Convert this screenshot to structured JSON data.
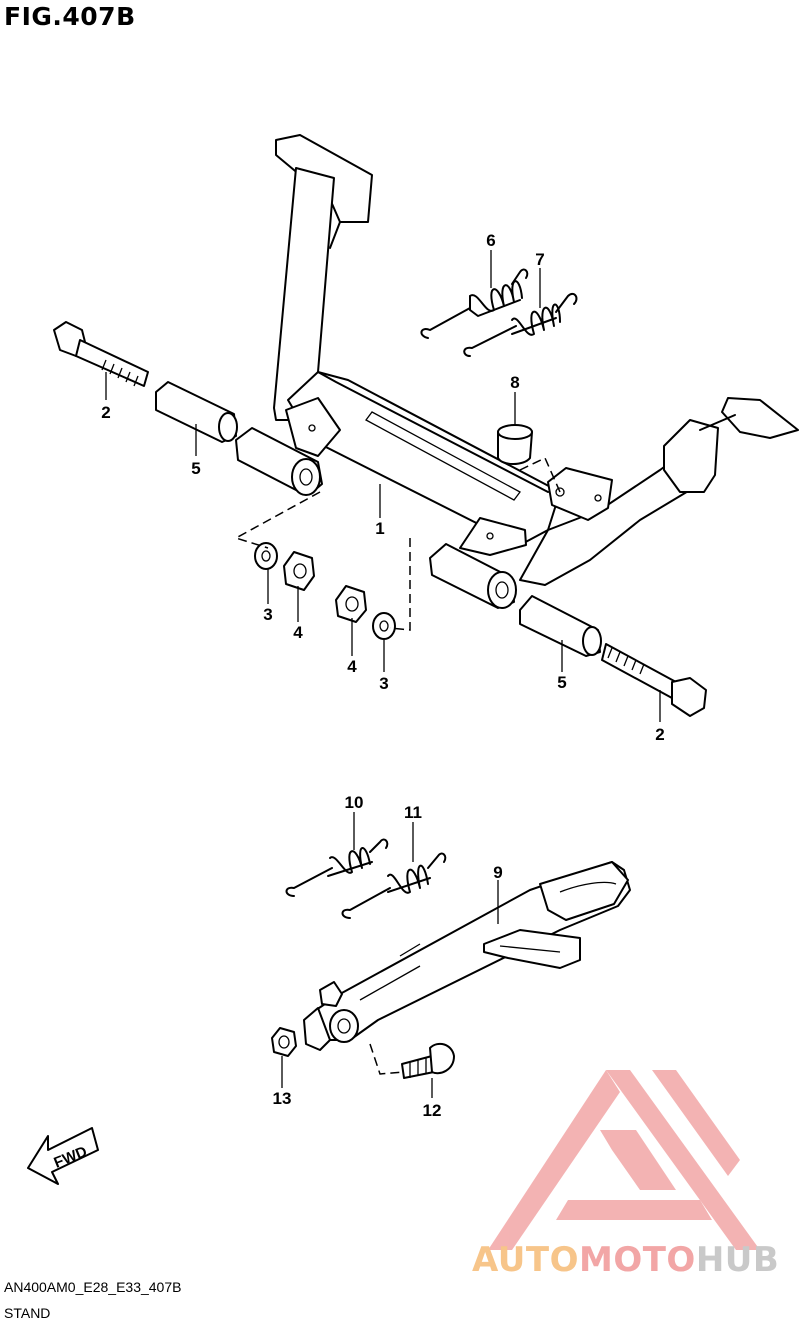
{
  "figure_title": "FIG.407B",
  "callouts": {
    "c1": "1",
    "c2a": "2",
    "c2b": "2",
    "c3a": "3",
    "c3b": "3",
    "c4a": "4",
    "c4b": "4",
    "c5a": "5",
    "c5b": "5",
    "c6": "6",
    "c7": "7",
    "c8": "8",
    "c9": "9",
    "c10": "10",
    "c11": "11",
    "c12": "12",
    "c13": "13"
  },
  "fwd_label": "FWD",
  "model_code": "AN400AM0_E28_E33_407B",
  "section_name": "STAND",
  "watermark": {
    "part1": "AUTO",
    "part2": "MOTO",
    "part3": "HUB",
    "colors": {
      "auto": "#f7c58a",
      "moto": "#f2a6a6",
      "hub": "#c9c9c9",
      "logo": "#f2a6a6"
    }
  }
}
